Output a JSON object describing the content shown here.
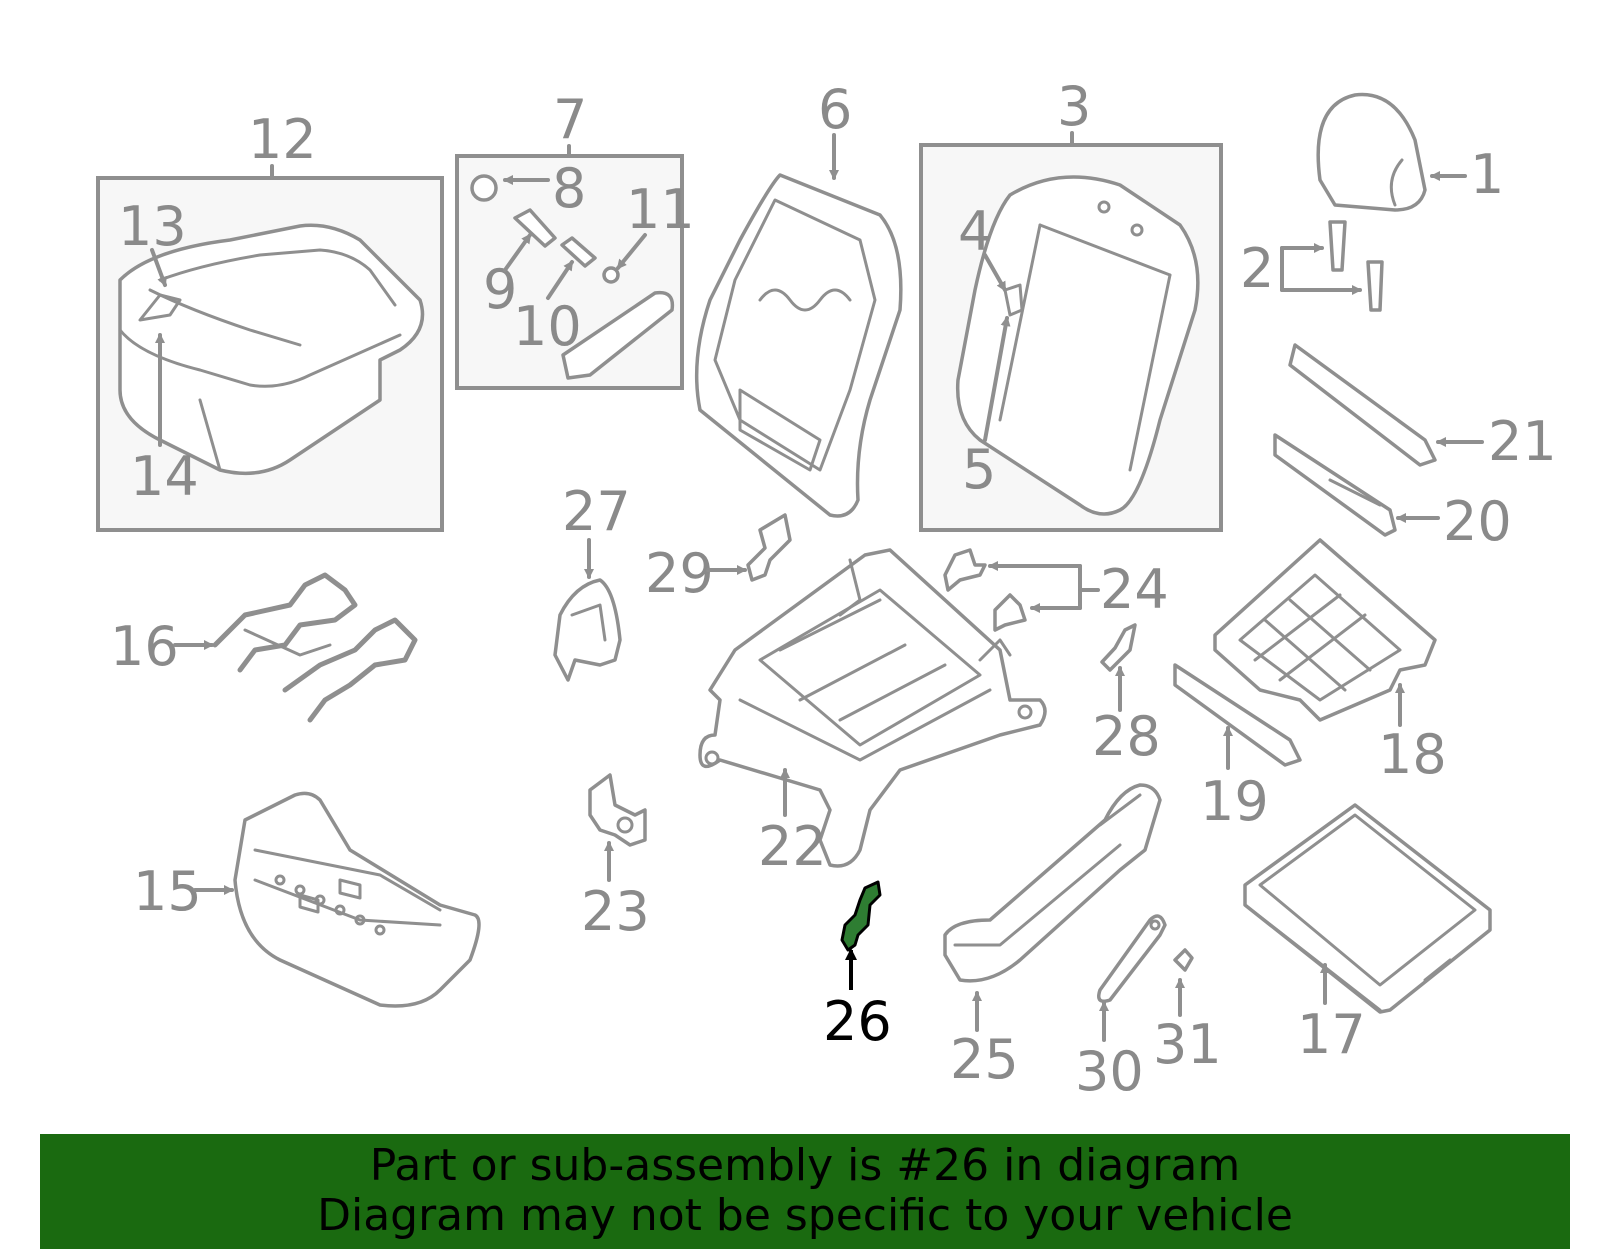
{
  "highlight_color": "#2e7d32",
  "banner": {
    "background": "#1a6a10",
    "line1": "Part or sub-assembly is #26 in diagram",
    "line2": "Diagram may not be specific to your vehicle"
  },
  "callouts": {
    "c1": "1",
    "c2": "2",
    "c3": "3",
    "c4": "4",
    "c5": "5",
    "c6": "6",
    "c7": "7",
    "c8": "8",
    "c9": "9",
    "c10": "10",
    "c11": "11",
    "c12": "12",
    "c13": "13",
    "c14": "14",
    "c15": "15",
    "c16": "16",
    "c17": "17",
    "c18": "18",
    "c19": "19",
    "c20": "20",
    "c21": "21",
    "c22": "22",
    "c23": "23",
    "c24": "24",
    "c25": "25",
    "c26": "26",
    "c27": "27",
    "c28": "28",
    "c29": "29",
    "c30": "30",
    "c31": "31"
  },
  "highlighted_part": "26"
}
